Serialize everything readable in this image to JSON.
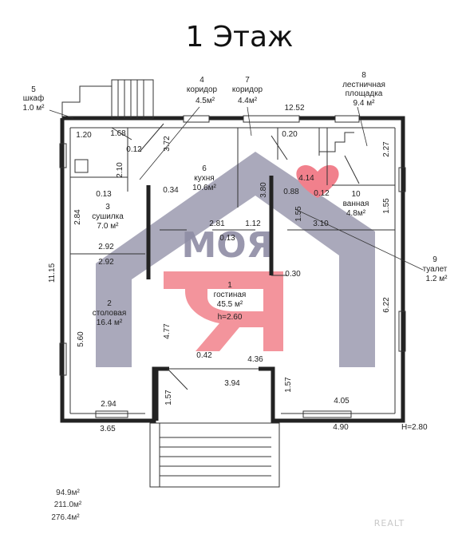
{
  "title": "1 Этаж",
  "rooms": {
    "r1": {
      "num": "1",
      "name": "гостиная",
      "area": "45.5 м²",
      "height": "h=2.60"
    },
    "r2": {
      "num": "2",
      "name": "столовая",
      "area": "16.4 м²"
    },
    "r3": {
      "num": "3",
      "name": "сушилка",
      "area": "7.0 м²"
    },
    "r4": {
      "num": "4",
      "name": "коридор",
      "area": "4.5м²"
    },
    "r5": {
      "num": "5",
      "name": "шкаф",
      "area": "1.0 м²"
    },
    "r6": {
      "num": "6",
      "name": "кухня",
      "area": "10.6м²"
    },
    "r7": {
      "num": "7",
      "name": "коридор",
      "area": "4.4м²"
    },
    "r8": {
      "num": "8",
      "name1": "лестничная",
      "name2": "площадка",
      "area": "9.4 м²"
    },
    "r9": {
      "num": "9",
      "name": "туалет",
      "area": "1.2 м²"
    },
    "r10": {
      "num": "10",
      "name": "ванная",
      "area": "4.8м²"
    }
  },
  "dims": {
    "d1252": "12.52",
    "d120": "1.20",
    "d168": "1.68",
    "d012a": "0.12",
    "d372": "3.72",
    "d020": "0.20",
    "d227": "2.27",
    "d210": "2.10",
    "d414": "4.14",
    "d380": "3.80",
    "d088": "0.88",
    "d012b": "0.12",
    "d013a": "0.13",
    "d034": "0.34",
    "d284": "2.84",
    "d155a": "1.55",
    "d155b": "1.55",
    "d281": "2.81",
    "d112": "1.12",
    "d310": "3.10",
    "d013b": "0.13",
    "d292a": "2.92",
    "d292b": "2.92",
    "d030": "0.30",
    "d1115": "11.15",
    "d622": "6.22",
    "d477": "4.77",
    "d560": "5.60",
    "d042": "0.42",
    "d436": "4.36",
    "d394": "3.94",
    "d157a": "1.57",
    "d157b": "1.57",
    "d294": "2.94",
    "d405": "4.05",
    "d365": "3.65",
    "d490": "4.90",
    "dH": "H=2.80"
  },
  "totals": [
    "94.9м²",
    "211.0м²",
    "276.4м²"
  ],
  "watermark_logo": "МОЯ Я",
  "watermark_brand": "REALT",
  "colors": {
    "house": "#7a7894",
    "accent": "#f07a84",
    "heart": "#ef6b78"
  }
}
